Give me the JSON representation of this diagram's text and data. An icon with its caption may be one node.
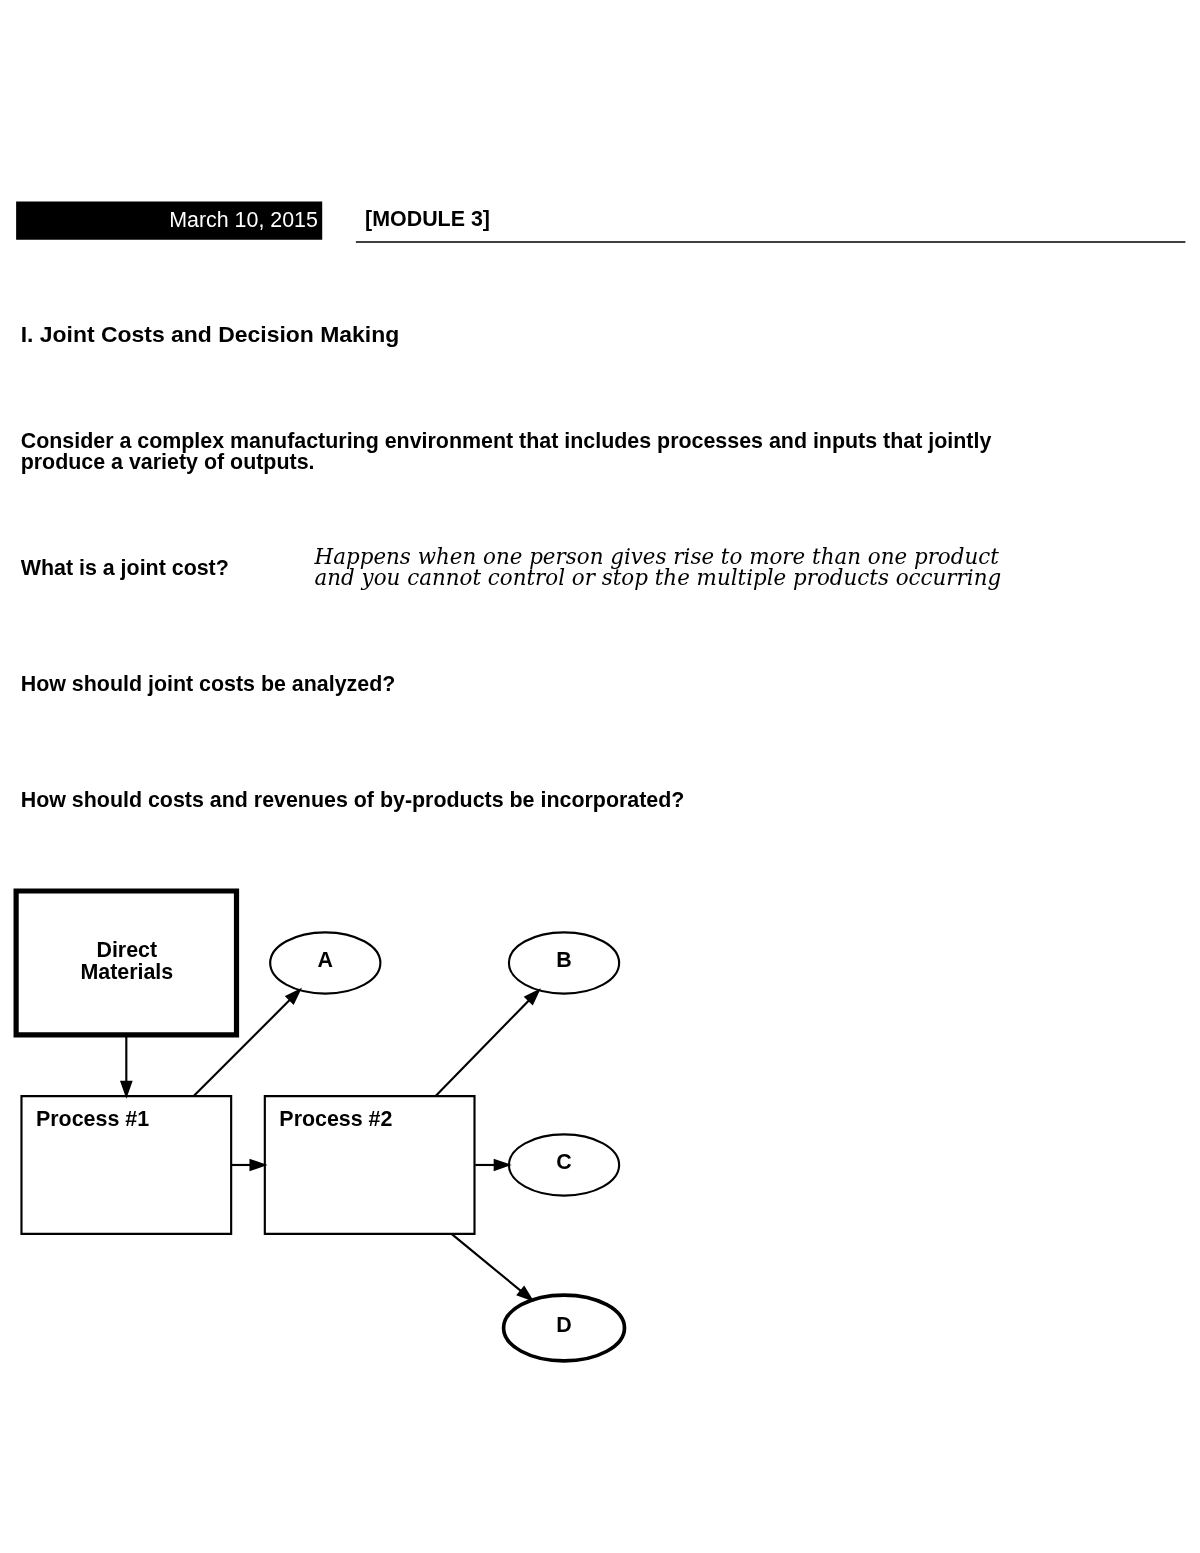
{
  "diagram": {
    "nodes": [
      {
        "text": [
          "Direct Materials"
        ]
      },
      {
        "text": [
          "Process #1"
        ]
      },
      {
        "text": [
          "A"
        ]
      },
      {
        "text": [
          "Process #2"
        ]
      },
      {
        "text": [
          "B"
        ]
      },
      {
        "text": [
          "C"
        ]
      },
      {
        "text": [
          "D"
        ]
      }
    ],
    "edges": [
      {
        "from": 0,
        "to": 1,
        "arrow": "to"
      },
      {
        "from": 1,
        "to": 2,
        "arrow": "to"
      },
      {
        "from": 1,
        "to": 3,
        "arrow": "to"
      },
      {
        "from": 3,
        "to": 4,
        "arrow": "to"
      },
      {
        "from": 3,
        "to": 5,
        "arrow": "to"
      },
      {
        "from": 3,
        "to": 6,
        "arrow": "to"
      }
    ],
    "labels": [
      "March 10, 2015",
      "[MODULE 3]",
      "I. Joint Costs and Decision Making",
      "Consider a complex manufacturing environment that includes processes and inputs that jointly produce a variety of outputs.",
      "What is a joint cost?",
      "Happens when one person gives rise to more than one product and you cannot control or stop the multiple products occurring",
      "How should joint costs be analyzed?",
      "How should costs and revenues of by-products be incorporated?"
    ]
  }
}
